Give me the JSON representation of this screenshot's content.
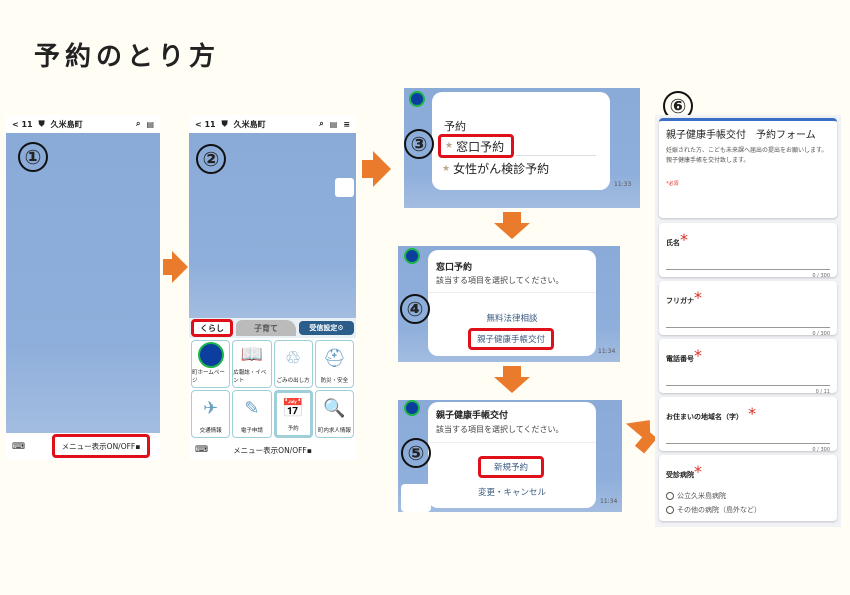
{
  "title": "予約のとり方",
  "steps": [
    "①",
    "②",
    "③",
    "④",
    "⑤",
    "⑥"
  ],
  "app_header": {
    "back": "< 11",
    "account": "久米島町"
  },
  "menu_toggle": "メニュー表示ON/OFF▪",
  "rich_menu": {
    "tabs": [
      "くらし",
      "子育て",
      "受信設定"
    ],
    "items": [
      "町ホームページ",
      "広報誌・イベント",
      "ごみの出し方",
      "防災・安全",
      "交通情報",
      "電子申請",
      "予約",
      "町内求人情報"
    ]
  },
  "step3": {
    "heading": "予約",
    "options": [
      "窓口予約",
      "女性がん検診予約"
    ],
    "time": "11:33"
  },
  "step4": {
    "heading": "窓口予約",
    "prompt": "該当する項目を選択してください。",
    "options": [
      "無料法律相談",
      "親子健康手帳交付"
    ],
    "time": "11:34"
  },
  "step5": {
    "heading": "親子健康手帳交付",
    "prompt": "該当する項目を選択してください。",
    "options": [
      "新規予約",
      "変更・キャンセル"
    ],
    "time": "11:34"
  },
  "form": {
    "title": "親子健康手帳交付　予約フォーム",
    "description": "妊娠された方、こども未来課へ届出の提出をお願いします。親子健康手帳を交付致します。",
    "required_note": "*必須",
    "fields": [
      {
        "label": "氏名",
        "counter": "0 / 300"
      },
      {
        "label": "フリガナ",
        "counter": "0 / 300"
      },
      {
        "label": "電話番号",
        "counter": "0 / 11"
      },
      {
        "label": "お住まいの地域名（字）",
        "counter": "0 / 300"
      }
    ],
    "hospital": {
      "label": "受診病院",
      "options": [
        "公立久米島病院",
        "その他の病院（島外など）"
      ]
    }
  },
  "colors": {
    "accent": "#ea7b2c",
    "highlight": "#e0101a",
    "sky": "#8aaad8"
  }
}
